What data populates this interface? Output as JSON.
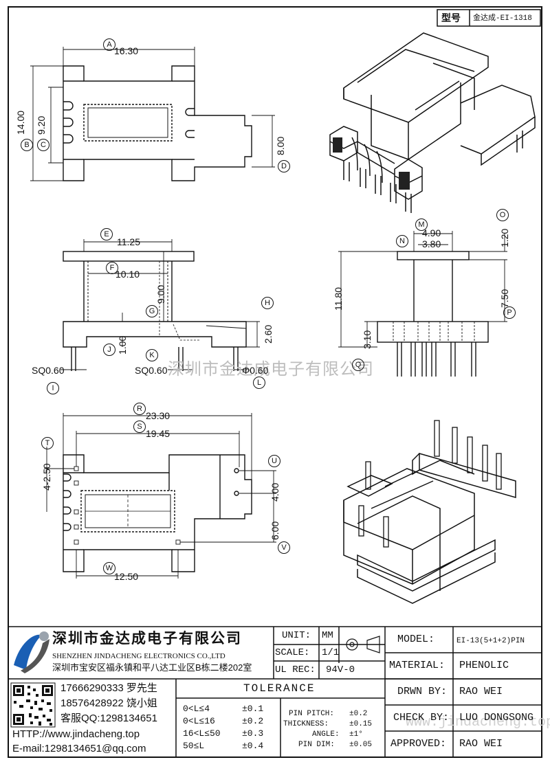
{
  "header": {
    "model_label": "型号",
    "model_value": "金达成-EI-1318"
  },
  "dims": {
    "A": "16.30",
    "B": "14.00",
    "C": "9.20",
    "D": "8.00",
    "E": "11.25",
    "F": "10.10",
    "G": "9.00",
    "H": "2.60",
    "J": "1.00",
    "I": "SQ0.60",
    "K": "SQ0.60",
    "L": "Φ0.60",
    "M": "4.90",
    "N": "3.80",
    "O": "1.20",
    "P": "7.50",
    "Q": "3.10",
    "h": "11.80",
    "R": "23.30",
    "S": "19.45",
    "T": "4-2.50",
    "U": "4.00",
    "V": "6.00",
    "W": "12.50"
  },
  "letters": [
    "A",
    "B",
    "C",
    "D",
    "E",
    "F",
    "G",
    "H",
    "I",
    "J",
    "K",
    "L",
    "M",
    "N",
    "O",
    "P",
    "Q",
    "R",
    "S",
    "T",
    "U",
    "V",
    "W"
  ],
  "watermark": "深圳市金达成电子有限公司",
  "watermark_url": "www.jindacheng.top",
  "company": {
    "name_cn": "深圳市金达成电子有限公司",
    "name_en": "SHENZHEN JINDACHENG ELECTRONICS CO.,LTD",
    "address": "深圳市宝安区福永镇和平八达工业区B栋二楼202室"
  },
  "contact": {
    "phone1": "17666290333 罗先生",
    "phone2": "18576428922 饶小姐",
    "qq": "客服QQ:1298134651",
    "http": "HTTP://www.jindacheng.top",
    "email": "E-mail:1298134651@qq.com"
  },
  "spec": {
    "unit_label": "UNIT:",
    "unit_value": "MM",
    "scale_label": "SCALE:",
    "scale_value": "1/1",
    "ul_label": "UL REC:",
    "ul_value": "94V-0",
    "tolerance_title": "TOLERANCE",
    "tol_rows": [
      {
        "range": "0<L≤4",
        "value": "±0.1"
      },
      {
        "range": "0<L≤16",
        "value": "±0.2"
      },
      {
        "range": "16<L≤50",
        "value": "±0.3"
      },
      {
        "range": "50≤L",
        "value": "±0.4"
      }
    ],
    "pin_rows": [
      {
        "label": "PIN PITCH:",
        "value": "±0.2"
      },
      {
        "label": "THICKNESS:",
        "value": "±0.15"
      },
      {
        "label": "ANGLE:",
        "value": "±1°"
      },
      {
        "label": "PIN DIM:",
        "value": "±0.05"
      }
    ]
  },
  "info": {
    "model_label": "MODEL:",
    "model_value": "EI-13(5+1+2)PIN",
    "material_label": "MATERIAL:",
    "material_value": "PHENOLIC",
    "drawn_label": "DRWN BY:",
    "drawn_value": "RAO WEI",
    "check_label": "CHECK BY:",
    "check_value": "LUO DONGSONG",
    "approved_label": "APPROVED:",
    "approved_value": "RAO WEI"
  },
  "colors": {
    "line": "#111111",
    "watermark": "#bdbdbd",
    "logo_blue": "#1a5fb4"
  }
}
